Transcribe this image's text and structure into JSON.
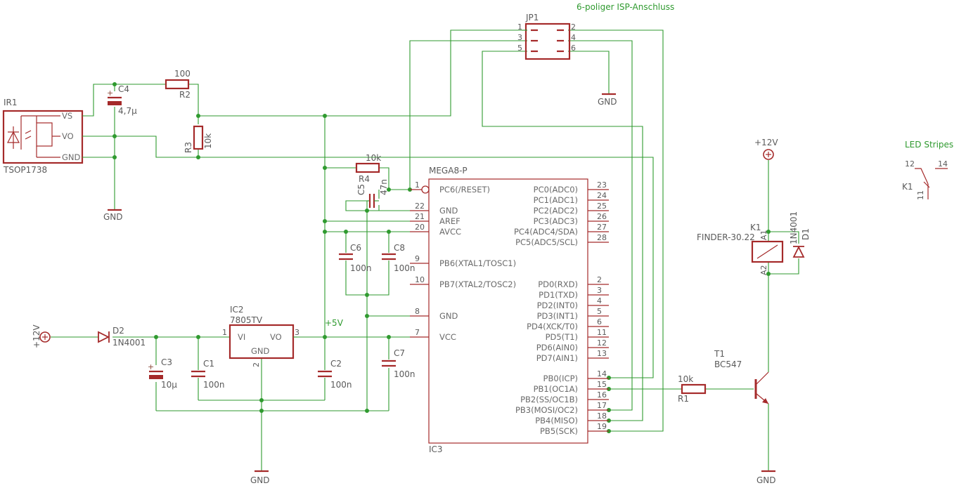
{
  "title": "6-poliger ISP-Anschluss",
  "led_label": "LED Stripes",
  "labels": {
    "gnd": "GND",
    "plus12": "+12V",
    "plus5": "+5V"
  },
  "components": {
    "ir1": {
      "name": "IR1",
      "value": "TSOP1738",
      "pins": [
        "VS",
        "VO",
        "GND"
      ]
    },
    "c4": {
      "name": "C4",
      "value": "4,7µ"
    },
    "r2": {
      "name": "R2",
      "value": "100"
    },
    "r3": {
      "name": "R3",
      "value": "10k"
    },
    "r4": {
      "name": "R4",
      "value": "10k"
    },
    "c5": {
      "name": "C5",
      "value": "47n"
    },
    "c6": {
      "name": "C6",
      "value": "100n"
    },
    "c8": {
      "name": "C8",
      "value": "100n"
    },
    "c7": {
      "name": "C7",
      "value": "100n"
    },
    "c1": {
      "name": "C1",
      "value": "100n"
    },
    "c2": {
      "name": "C2",
      "value": "100n"
    },
    "c3": {
      "name": "C3",
      "value": "10µ"
    },
    "d2": {
      "name": "D2",
      "value": "1N4001"
    },
    "d1": {
      "name": "D1",
      "value": "1N4001"
    },
    "ic2": {
      "name": "IC2",
      "value": "7805TV",
      "vi": "VI",
      "vo": "VO",
      "gnd": "GND"
    },
    "ic3": {
      "name": "IC3",
      "value": "MEGA8-P"
    },
    "jp1": {
      "name": "JP1"
    },
    "k1": {
      "name": "K1",
      "value": "FINDER-30.22"
    },
    "r1": {
      "name": "R1",
      "value": "10k"
    },
    "t1": {
      "name": "T1",
      "value": "BC547"
    }
  },
  "mega8": {
    "left_pins": [
      {
        "num": "1",
        "label": "PC6(/RESET)"
      },
      {
        "num": "22",
        "label": "GND"
      },
      {
        "num": "21",
        "label": "AREF"
      },
      {
        "num": "20",
        "label": "AVCC"
      },
      {
        "num": "9",
        "label": "PB6(XTAL1/TOSC1)"
      },
      {
        "num": "10",
        "label": "PB7(XTAL2/TOSC2)"
      },
      {
        "num": "8",
        "label": "GND"
      },
      {
        "num": "7",
        "label": "VCC"
      }
    ],
    "right_pins": [
      {
        "num": "23",
        "label": "PC0(ADC0)"
      },
      {
        "num": "24",
        "label": "PC1(ADC1)"
      },
      {
        "num": "25",
        "label": "PC2(ADC2)"
      },
      {
        "num": "26",
        "label": "PC3(ADC3)"
      },
      {
        "num": "27",
        "label": "PC4(ADC4/SDA)"
      },
      {
        "num": "28",
        "label": "PC5(ADC5/SCL)"
      },
      {
        "num": "2",
        "label": "PD0(RXD)"
      },
      {
        "num": "3",
        "label": "PD1(TXD)"
      },
      {
        "num": "4",
        "label": "PD2(INT0)"
      },
      {
        "num": "5",
        "label": "PD3(INT1)"
      },
      {
        "num": "6",
        "label": "PD4(XCK/T0)"
      },
      {
        "num": "11",
        "label": "PD5(T1)"
      },
      {
        "num": "12",
        "label": "PD6(AIN0)"
      },
      {
        "num": "13",
        "label": "PD7(AIN1)"
      },
      {
        "num": "14",
        "label": "PB0(ICP)"
      },
      {
        "num": "15",
        "label": "PB1(OC1A)"
      },
      {
        "num": "16",
        "label": "PB2(SS/OC1B)"
      },
      {
        "num": "17",
        "label": "PB3(MOSI/OC2)"
      },
      {
        "num": "18",
        "label": "PB4(MISO)"
      },
      {
        "num": "19",
        "label": "PB5(SCK)"
      }
    ]
  },
  "pin_numbers": {
    "jp1": [
      "1",
      "2",
      "3",
      "4",
      "5",
      "6"
    ],
    "ic2": [
      "1",
      "2",
      "3"
    ],
    "k1_relay": [
      "A1",
      "A2"
    ],
    "k1_switch": [
      "12",
      "14",
      "11"
    ]
  }
}
